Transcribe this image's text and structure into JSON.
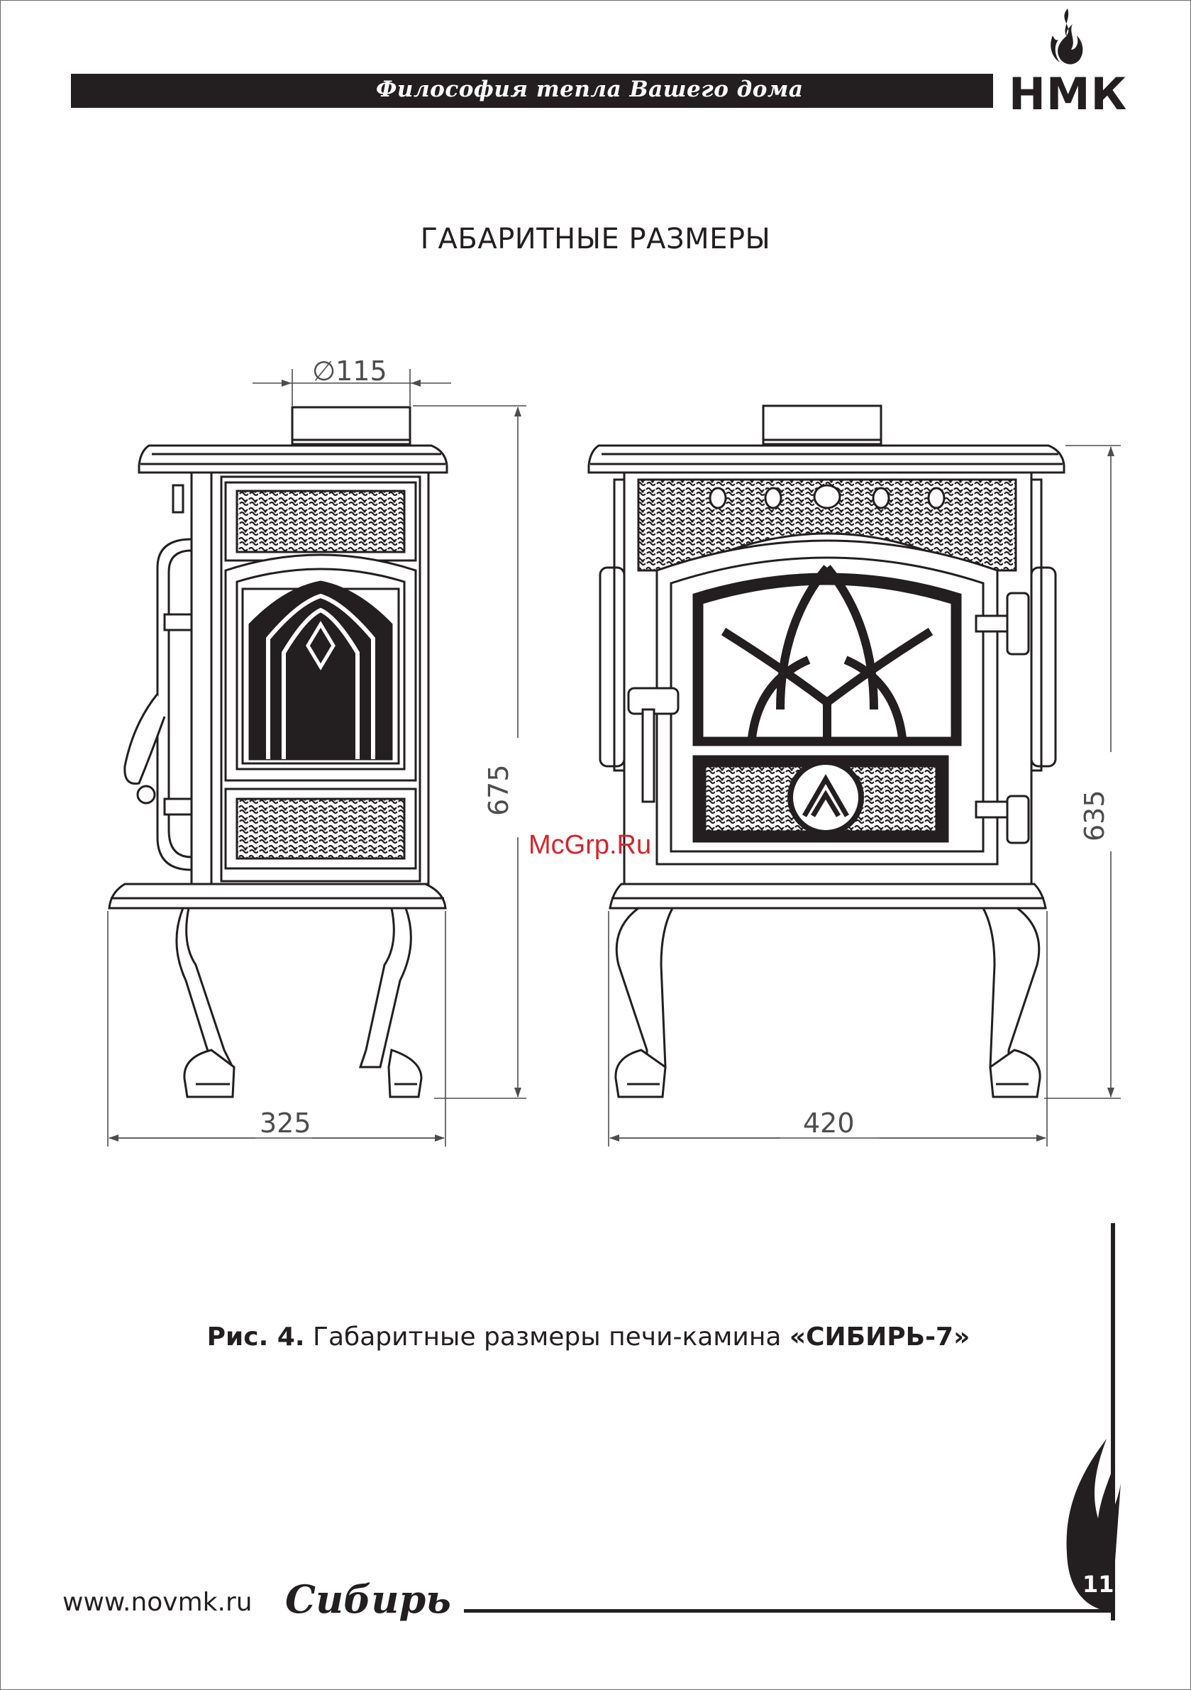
{
  "header": {
    "tagline": "Философия тепла Вашего дома",
    "logo_text": "НМК",
    "logo_icon": "flame-icon"
  },
  "title": "ГАБАРИТНЫЕ РАЗМЕРЫ",
  "dimensions": {
    "flue_diameter": "∅115",
    "side_height": "675",
    "side_width": "325",
    "front_width": "420",
    "front_height": "635"
  },
  "watermark": "McGrp.Ru",
  "caption": {
    "prefix": "Рис. 4.",
    "text": " Габаритные размеры печи-камина ",
    "model": "«СИБИРЬ-7»"
  },
  "footer": {
    "url": "www.novmk.ru",
    "brand": "Сибирь",
    "page_number": "11"
  },
  "colors": {
    "ink": "#231f20",
    "watermark": "#d3252c"
  }
}
